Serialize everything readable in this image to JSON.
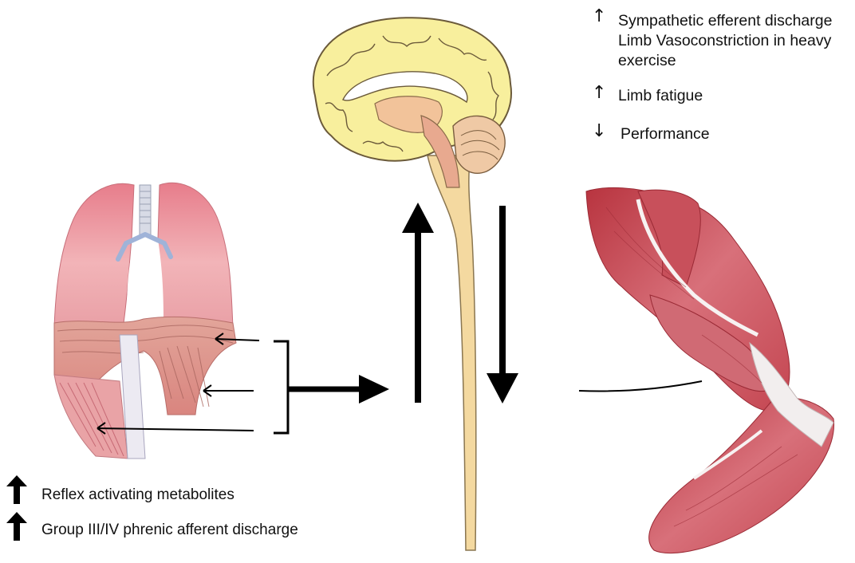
{
  "effects": {
    "sympathetic": {
      "arrow": "↑",
      "lines": [
        "Sympathetic efferent discharge",
        "Limb Vasoconstriction in heavy",
        "exercise"
      ]
    },
    "fatigue": {
      "arrow": "↑",
      "text": "Limb fatigue"
    },
    "performance": {
      "arrow": "↓",
      "text": "Performance"
    }
  },
  "afferents": {
    "metabolites": "Reflex activating metabolites",
    "phrenic": "Group III/IV phrenic afferent discharge"
  },
  "colors": {
    "lung_pink": "#e58a95",
    "lung_light": "#f4c6c8",
    "brain_yellow": "#f8ef9d",
    "brain_outline": "#6b5a3a",
    "spinal_cord": "#f4d9a0",
    "muscle_red": "#c94a55",
    "tendon_white": "#f2eeee",
    "arrow_black": "#000000"
  },
  "icons": [
    "lungs-diaphragm-illustration",
    "brain-spinal-cord-illustration",
    "leg-muscles-illustration",
    "up-arrow-icon",
    "down-arrow-icon",
    "right-arrow-icon",
    "bracket-icon"
  ]
}
